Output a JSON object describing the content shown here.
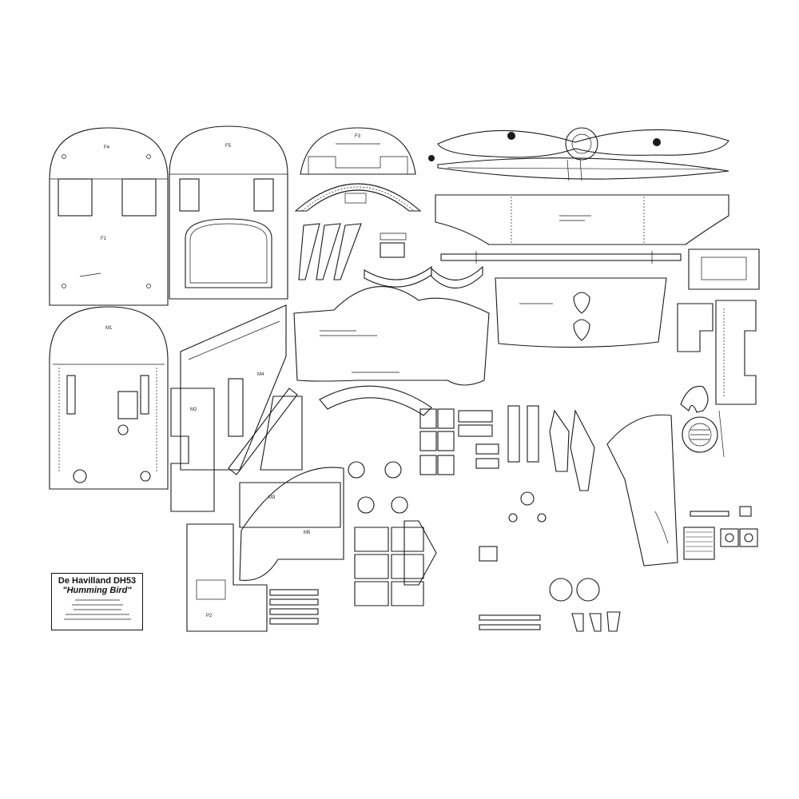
{
  "sheet": {
    "title_line1": "De Havilland DH53",
    "title_line2": "\"Humming Bird\""
  },
  "part_labels": {
    "f4": "F4",
    "f5": "F5",
    "f3": "F3",
    "f1": "F1",
    "m1": "M1",
    "m2": "M2",
    "m3": "M3",
    "m4": "M4",
    "m5": "M5",
    "p2": "P2"
  },
  "colors": {
    "ink": "#1a1a1a",
    "paper": "#ffffff"
  }
}
